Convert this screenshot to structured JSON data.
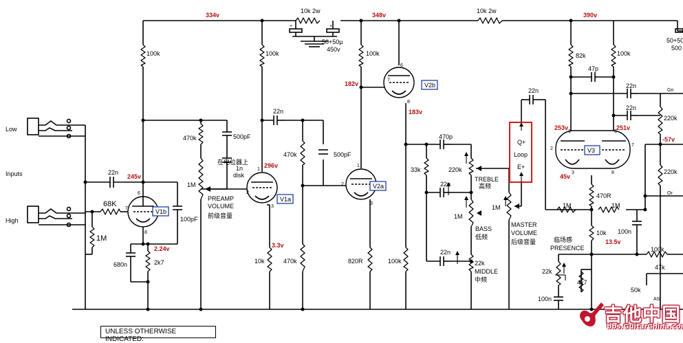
{
  "voltages": {
    "b334": "334v",
    "b348": "348v",
    "b390": "390v",
    "v245": "245v",
    "v224": "2.24v",
    "v296": "296v",
    "v33": "3.3v",
    "v182": "182v",
    "v183": "183v",
    "v253": "253v",
    "v251": "251v",
    "v45": "45v",
    "v135": "13.5v",
    "vm57": "-57v"
  },
  "tubes": {
    "v1b": "V1b",
    "v1a": "V1a",
    "v2a": "V2a",
    "v2b": "V2b",
    "v3": "V3"
  },
  "inputs": {
    "low": "Low",
    "inputs": "Inputs",
    "high": "High"
  },
  "components": {
    "r_top_10k2w_a": "10k 2w",
    "r_top_10k2w_b": "10k 2w",
    "cap_5050": "50+50µ",
    "cap_450v": "450v",
    "cap_5050_right": "50+50",
    "cap_500_right": "500",
    "r100k_a": "100k",
    "r100k_b": "100k",
    "r100k_c": "100k",
    "r100k_d": "100k",
    "c22n_in": "22n",
    "r68k": "68K",
    "r1m_in": "1M",
    "c100pf": "100pF",
    "c680n": "680n",
    "r2k7": "2k7",
    "r470k_pre": "470k",
    "c500pf_a": "500pF",
    "c1n": "1n",
    "c1n_disk": "disk",
    "note_cn": "在电位器上",
    "pot_pre": "1M",
    "preamp": "PREAMP",
    "volume": "VOLUME",
    "preamp_cn": "前级音量",
    "c22n_a": "22n",
    "r470k_b": "470k",
    "c500pf_b": "500pF",
    "r10k_a": "10k",
    "r470k_c": "470k",
    "r820r": "820R",
    "r100k_e": "100k",
    "c470p": "470p",
    "r33k": "33k",
    "pot220k": "220k",
    "treble": "TREBLE",
    "treble_cn": "高频",
    "c22n_b": "22n",
    "pot1m_bass": "1M",
    "bass": "BASS",
    "bass_cn": "低频",
    "c22n_c": "22n",
    "r22k": "22k",
    "middle": "MIDDLE",
    "middle_cn": "中频",
    "pot1m_master": "1M",
    "master": "MASTER",
    "master_vol": "VOLUME",
    "master_cn": "后级音量",
    "c22n_loop": "22n",
    "loop_q": "Q+",
    "loop": "Loop",
    "loop_e": "E+",
    "r82k": "82k",
    "c47p": "47p",
    "c22n_d": "22n",
    "c22n_e": "22n",
    "r220k_a": "220k",
    "r220k_b": "220k",
    "r1m_a": "1M",
    "r1m_b": "1M",
    "r470r": "470R",
    "r10k_b": "10k",
    "c100n_a": "100n",
    "presence_cn": "临场感",
    "presence": "PRESENCE",
    "pot22k": "22k",
    "r4k7": "4k7",
    "c100n_b": "100n",
    "r100k_f": "100k",
    "r47k": "47k",
    "pot50k": "50k",
    "lbl_gn": "Gn",
    "lbl_or": "Or",
    "lbl_as": "AS"
  },
  "legend": "UNLESS OTHERWISE INDICATED:",
  "watermark": {
    "main": "吉他中国",
    "sub": "bbs.GuitarChina.com"
  }
}
